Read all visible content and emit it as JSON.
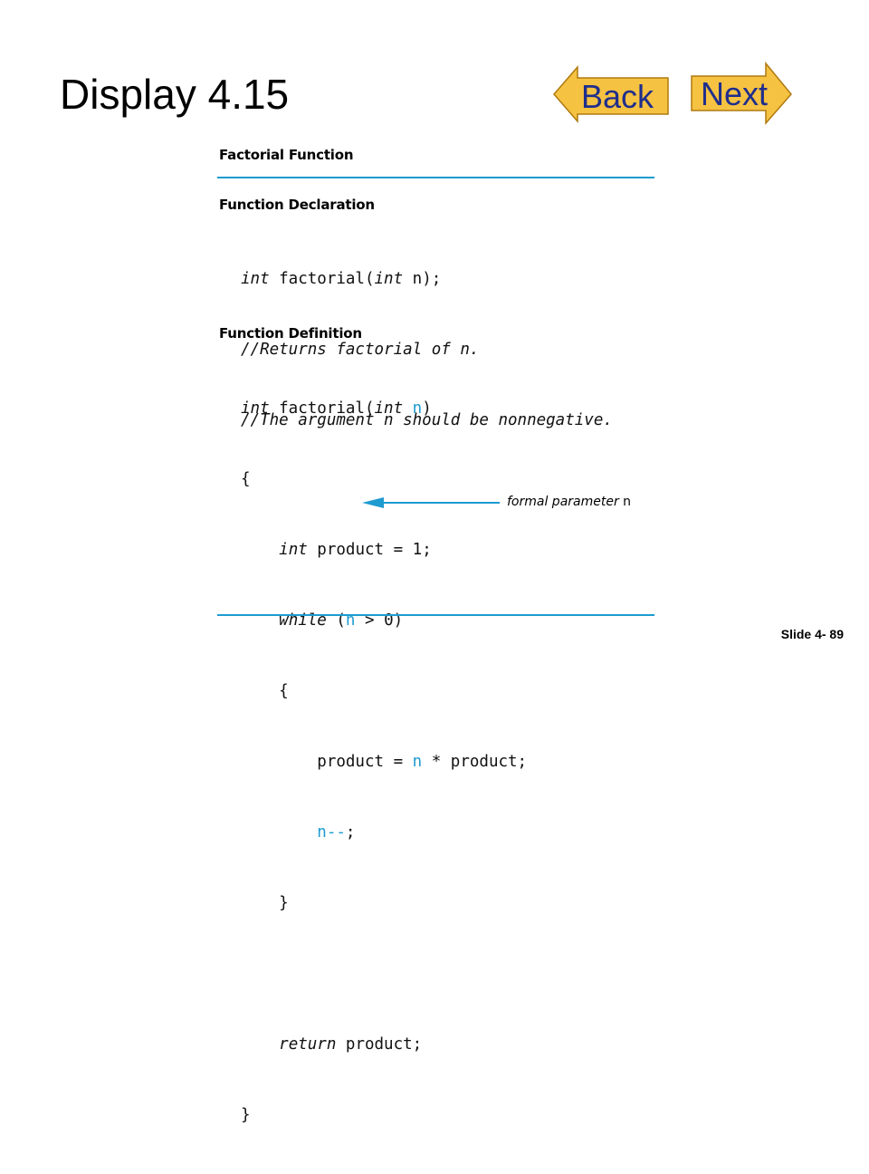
{
  "slide": {
    "title": "Display 4.15",
    "number": "Slide 4- 89"
  },
  "nav": {
    "back_label": "Back",
    "next_label": "Next",
    "button_fill": "#f5c242",
    "label_color": "#1f2e8c"
  },
  "figure": {
    "heading": "Factorial Function",
    "rule_color": "#1e9bd0",
    "declaration": {
      "heading": "Function Declaration",
      "lines": [
        "int factorial(int n);",
        "//Returns factorial of n.",
        "//The argument n should be nonnegative."
      ]
    },
    "definition": {
      "heading": "Function Definition",
      "lines": [
        "int factorial(int n)",
        "{",
        "    int product = 1;",
        "    while (n > 0)",
        "    {",
        "        product = n * product;",
        "        n--;",
        "    }",
        "",
        "    return product;",
        "}"
      ]
    },
    "callout": {
      "text": "formal parameter",
      "param": "n"
    }
  }
}
